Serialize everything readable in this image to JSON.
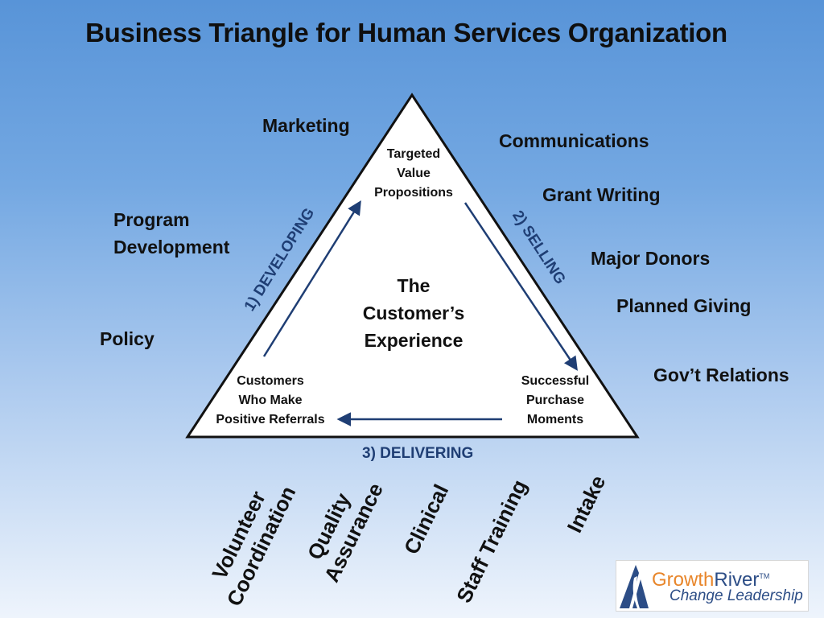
{
  "title": "Business Triangle for Human Services Organization",
  "left_labels": {
    "marketing": "Marketing",
    "program_line1": "Program",
    "program_line2": "Development",
    "policy": "Policy"
  },
  "right_labels": {
    "communications": "Communications",
    "grant_writing": "Grant Writing",
    "major_donors": "Major Donors",
    "planned_giving": "Planned Giving",
    "govt_relations": "Gov’t Relations"
  },
  "triangle": {
    "top": [
      "Targeted",
      "Value",
      "Propositions"
    ],
    "center": [
      "The",
      "Customer’s",
      "Experience"
    ],
    "bottom_left": [
      "Customers",
      "Who Make",
      "Positive Referrals"
    ],
    "bottom_right": [
      "Successful",
      "Purchase",
      "Moments"
    ]
  },
  "phases": {
    "developing": "1) DEVELOPING",
    "selling": "2) SELLING",
    "delivering": "3) DELIVERING"
  },
  "bottom_labels": {
    "volunteer": [
      "Volunteer",
      "Coordination"
    ],
    "quality": [
      "Quality",
      "Assurance"
    ],
    "clinical": "Clinical",
    "staff_training": "Staff Training",
    "intake": "Intake"
  },
  "logo": {
    "word1": "Growth",
    "word2": "River",
    "tm": "TM",
    "tagline": "Change Leadership"
  },
  "colors": {
    "arrow": "#1f3e74",
    "phase_text": "#1f3e74",
    "logo_orange": "#e8862b",
    "logo_navy": "#2c4d86"
  }
}
